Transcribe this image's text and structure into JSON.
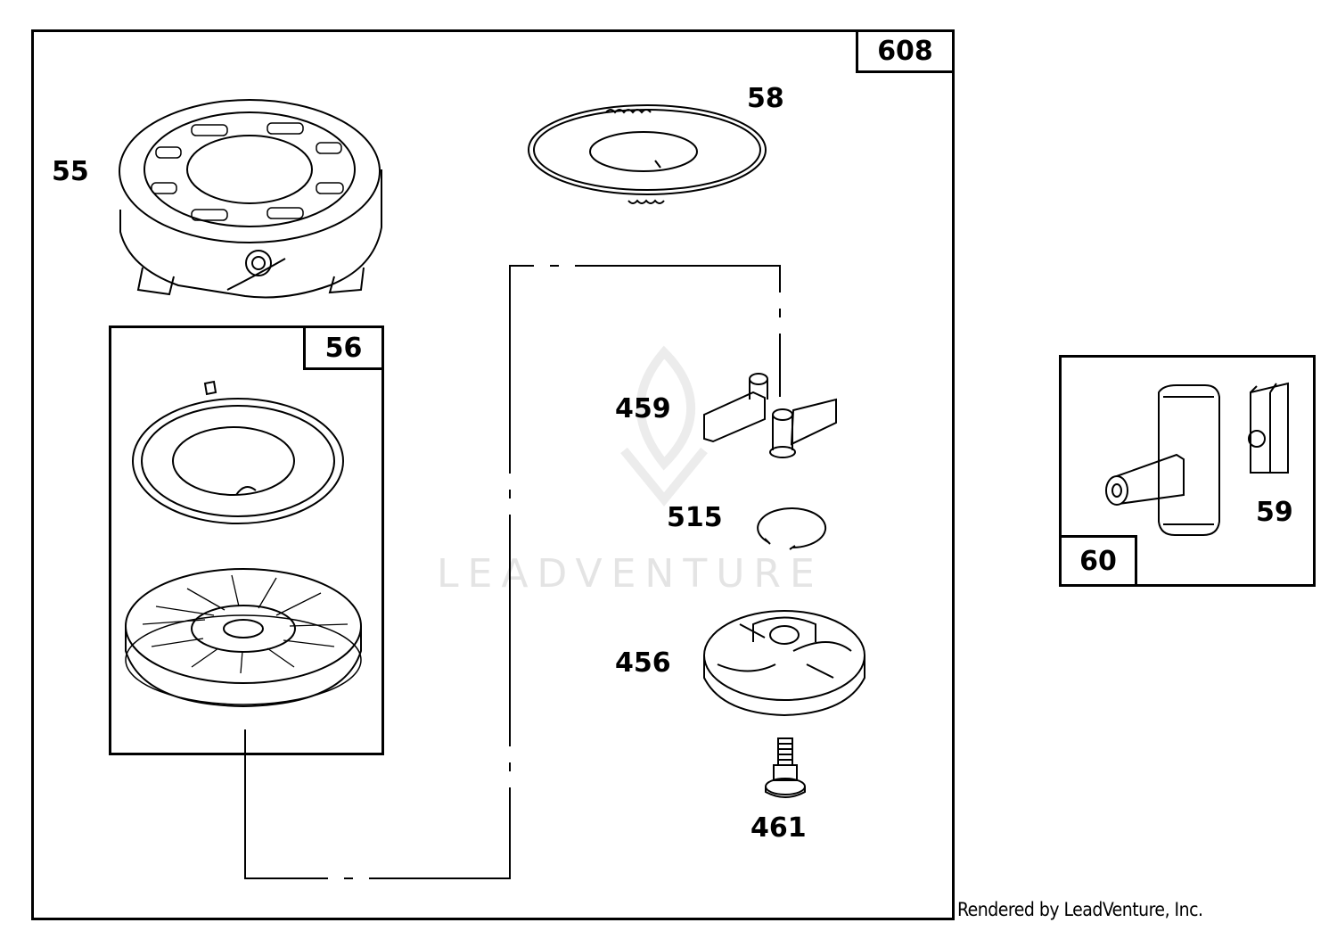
{
  "diagram": {
    "main_group_label": "608",
    "sub_group_label": "56",
    "side_group_label": "60",
    "parts": {
      "p55": "55",
      "p58": "58",
      "p459": "459",
      "p515": "515",
      "p456": "456",
      "p461": "461",
      "p59": "59"
    }
  },
  "watermark": {
    "text": "LEADVENTURE"
  },
  "footer": {
    "credit": "Rendered by LeadVenture, Inc."
  }
}
